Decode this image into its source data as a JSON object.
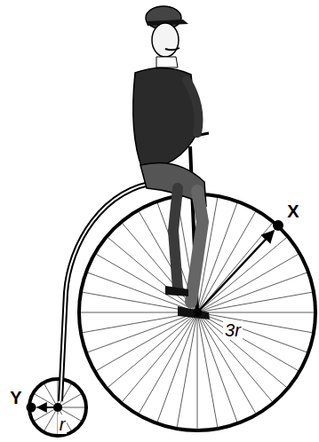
{
  "diagram": {
    "labels": [
      "X",
      "Y",
      "3r",
      "r"
    ]
  }
}
